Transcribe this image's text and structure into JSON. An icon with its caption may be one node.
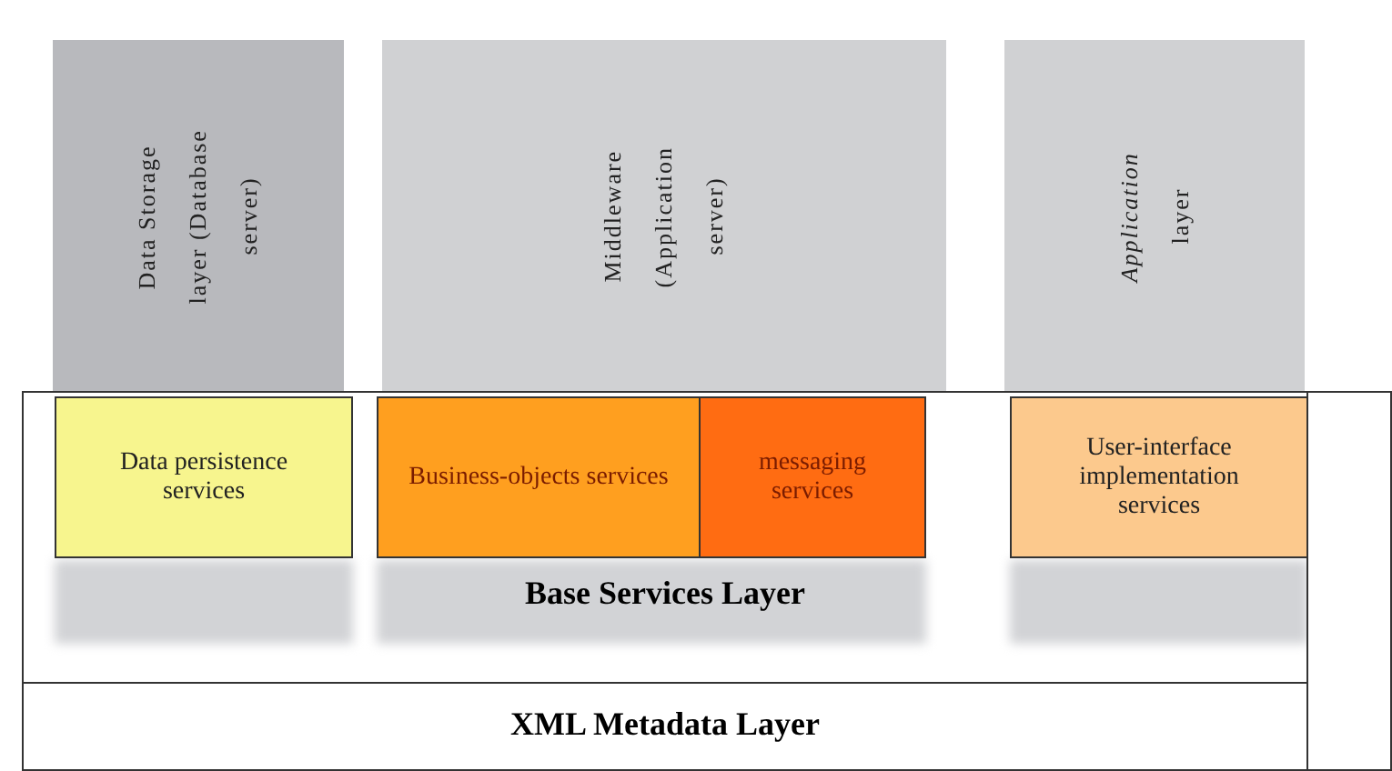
{
  "diagram": {
    "nodes": [
      {
        "text": [
          "Data Storage layer (Database server)"
        ]
      },
      {
        "text": [
          "Middleware (Application server)"
        ]
      },
      {
        "text": [
          "*Application* layer"
        ]
      },
      {
        "text": [
          "Base Services Layer"
        ]
      },
      {
        "text": [
          "Data persistence services"
        ],
        "in": 3
      },
      {
        "text": [
          "Business-objects services"
        ],
        "in": 3
      },
      {
        "text": [
          "messaging services"
        ],
        "in": 3
      },
      {
        "text": [
          "User-interface implementation services"
        ],
        "in": 3
      },
      {
        "text": [
          "XML Metadata Layer"
        ]
      },
      {
        "text": [],
        "shape": "box"
      }
    ]
  }
}
